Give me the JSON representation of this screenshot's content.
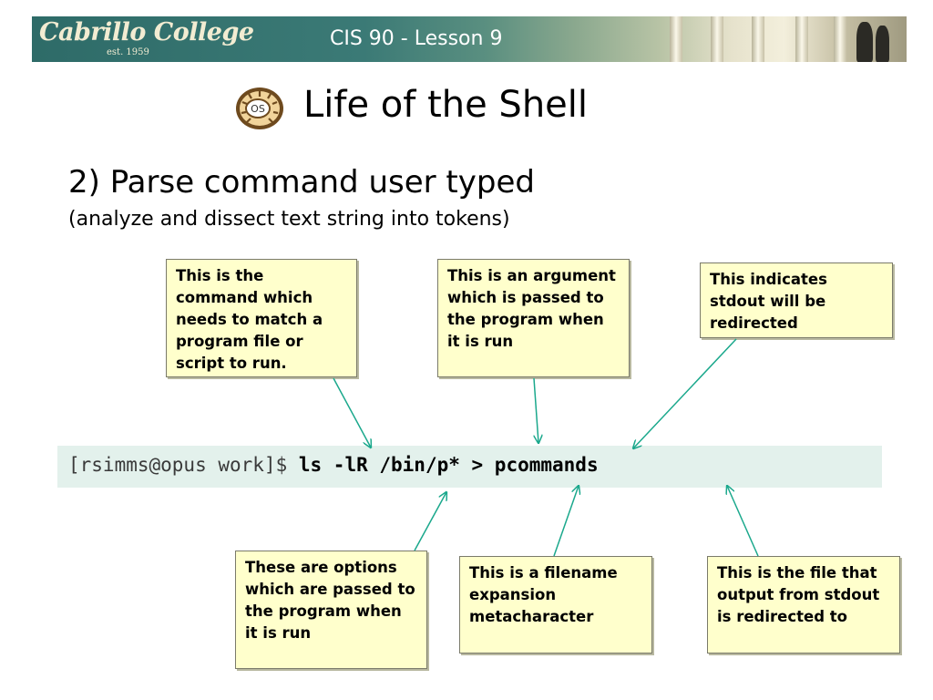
{
  "banner": {
    "logo_text": "Cabrillo College",
    "logo_est": "est. 1959",
    "title": "CIS 90 - Lesson 9"
  },
  "slide": {
    "title": "Life of the Shell",
    "os_icon_label": "OS",
    "heading": "2) Parse command user typed",
    "subheading": "(analyze and dissect text string into tokens)"
  },
  "command": {
    "prompt": "[rsimms@opus work]$ ",
    "typed": "ls -lR /bin/p* > pcommands"
  },
  "callouts": {
    "command": "This is the command which needs to match a program file or script to run.",
    "argument": "This is an argument which is passed to the program when it is run",
    "redirect": "This indicates stdout will be redirected",
    "options": "These are options which are passed to the program when it is run",
    "metachar": "This is a filename expansion metacharacter",
    "outfile": "This is the file that output from stdout is redirected to"
  },
  "colors": {
    "arrow": "#1aa88c",
    "callout_bg": "#ffffcc",
    "command_bar": "#e3f1ec",
    "banner": "#2e6b68"
  }
}
